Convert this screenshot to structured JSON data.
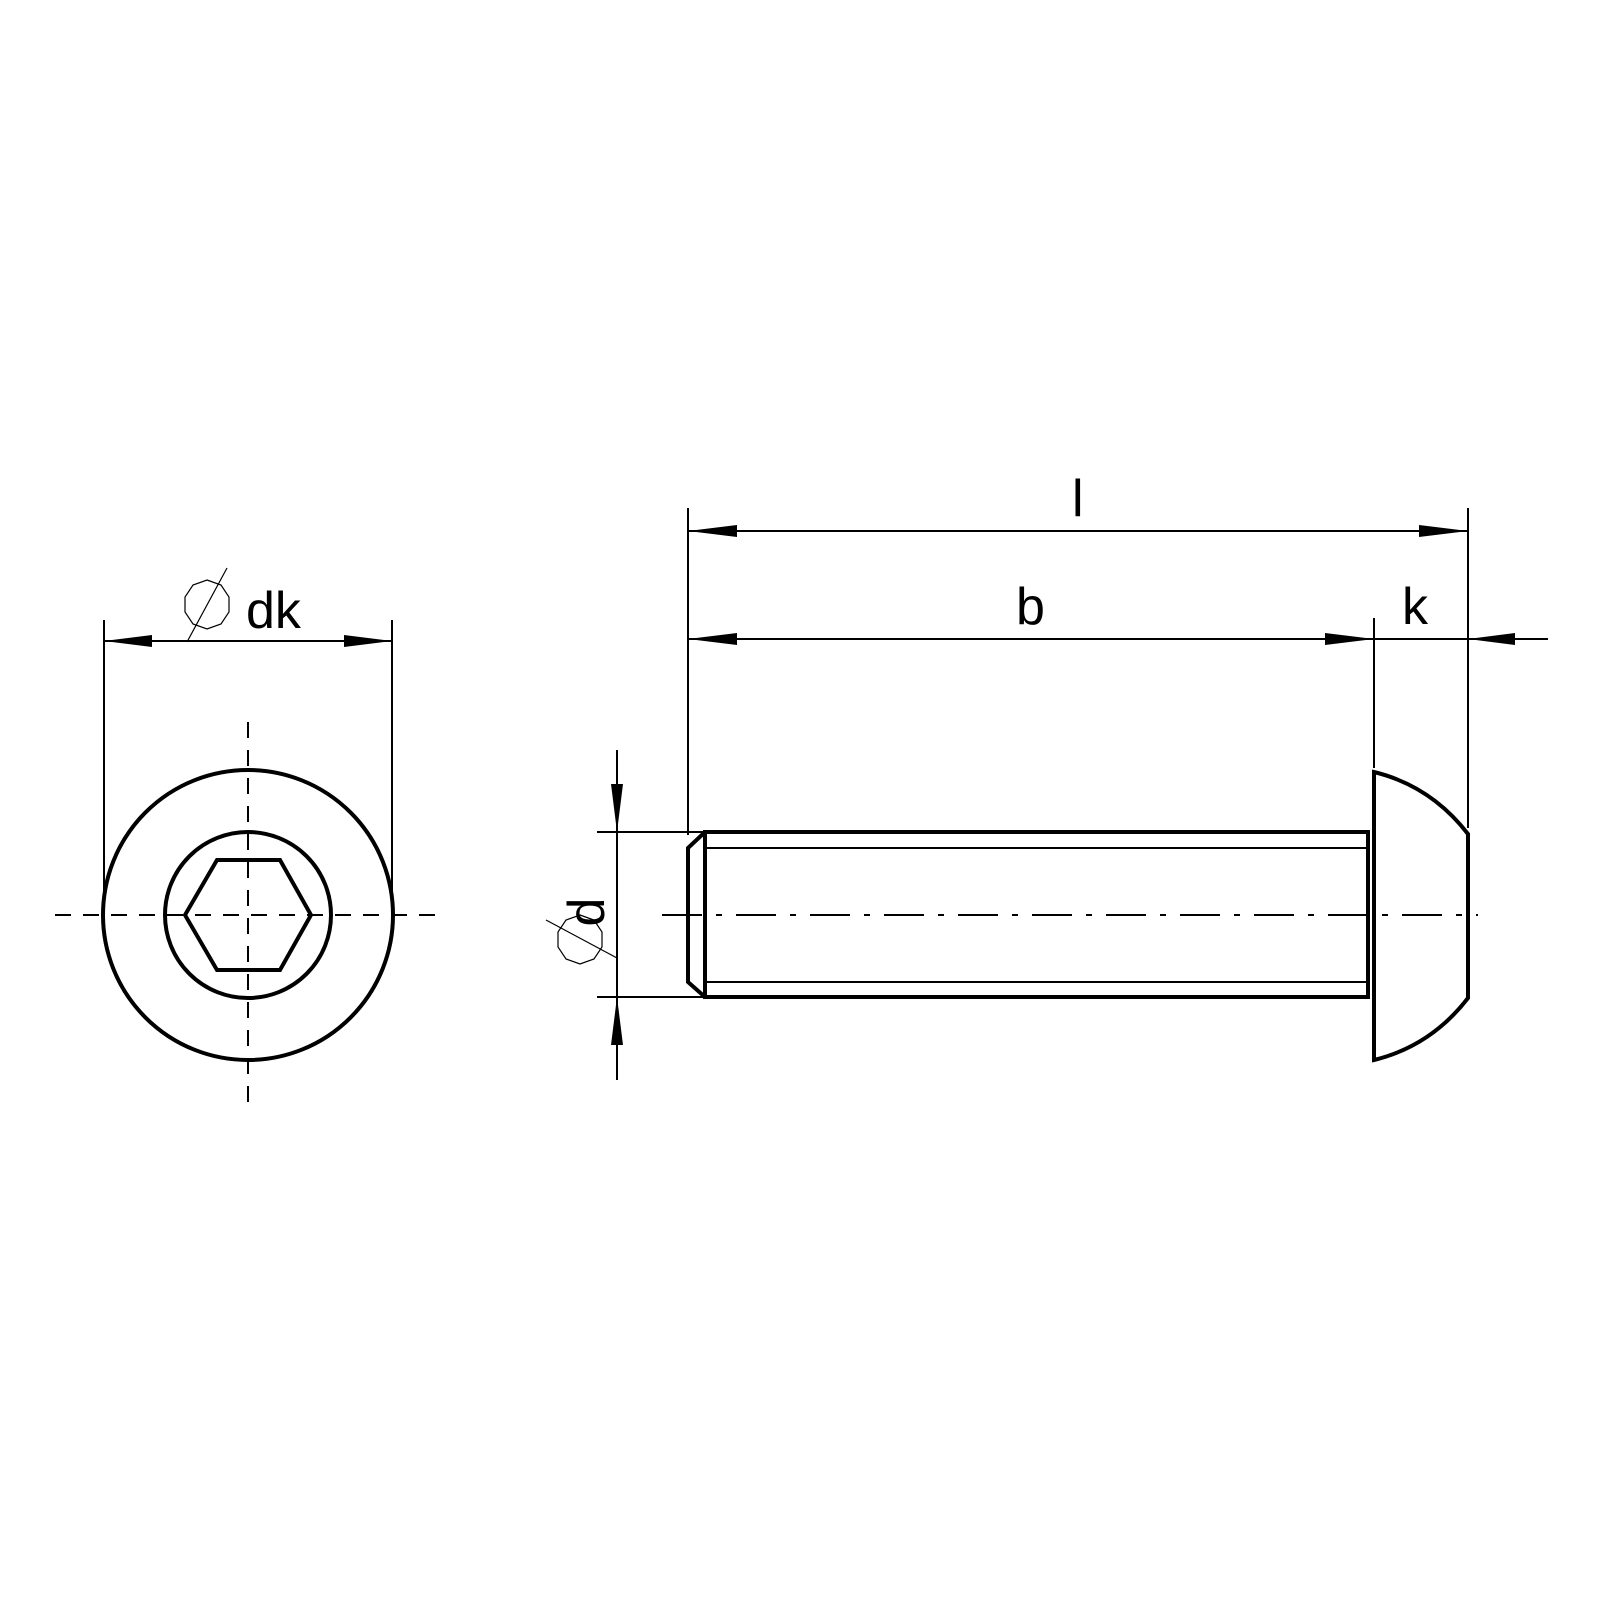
{
  "title": "",
  "colors": {
    "line": "#000000",
    "background": "#ffffff"
  },
  "dimensions": {
    "dk": {
      "label": "dk",
      "symbol": "diameter"
    },
    "l": {
      "label": "l"
    },
    "b": {
      "label": "b"
    },
    "k": {
      "label": "k"
    },
    "d": {
      "label": "d",
      "symbol": "diameter"
    }
  },
  "views": {
    "end_view": {
      "socket": "hexagon"
    },
    "side_view": {
      "head": "button"
    }
  }
}
